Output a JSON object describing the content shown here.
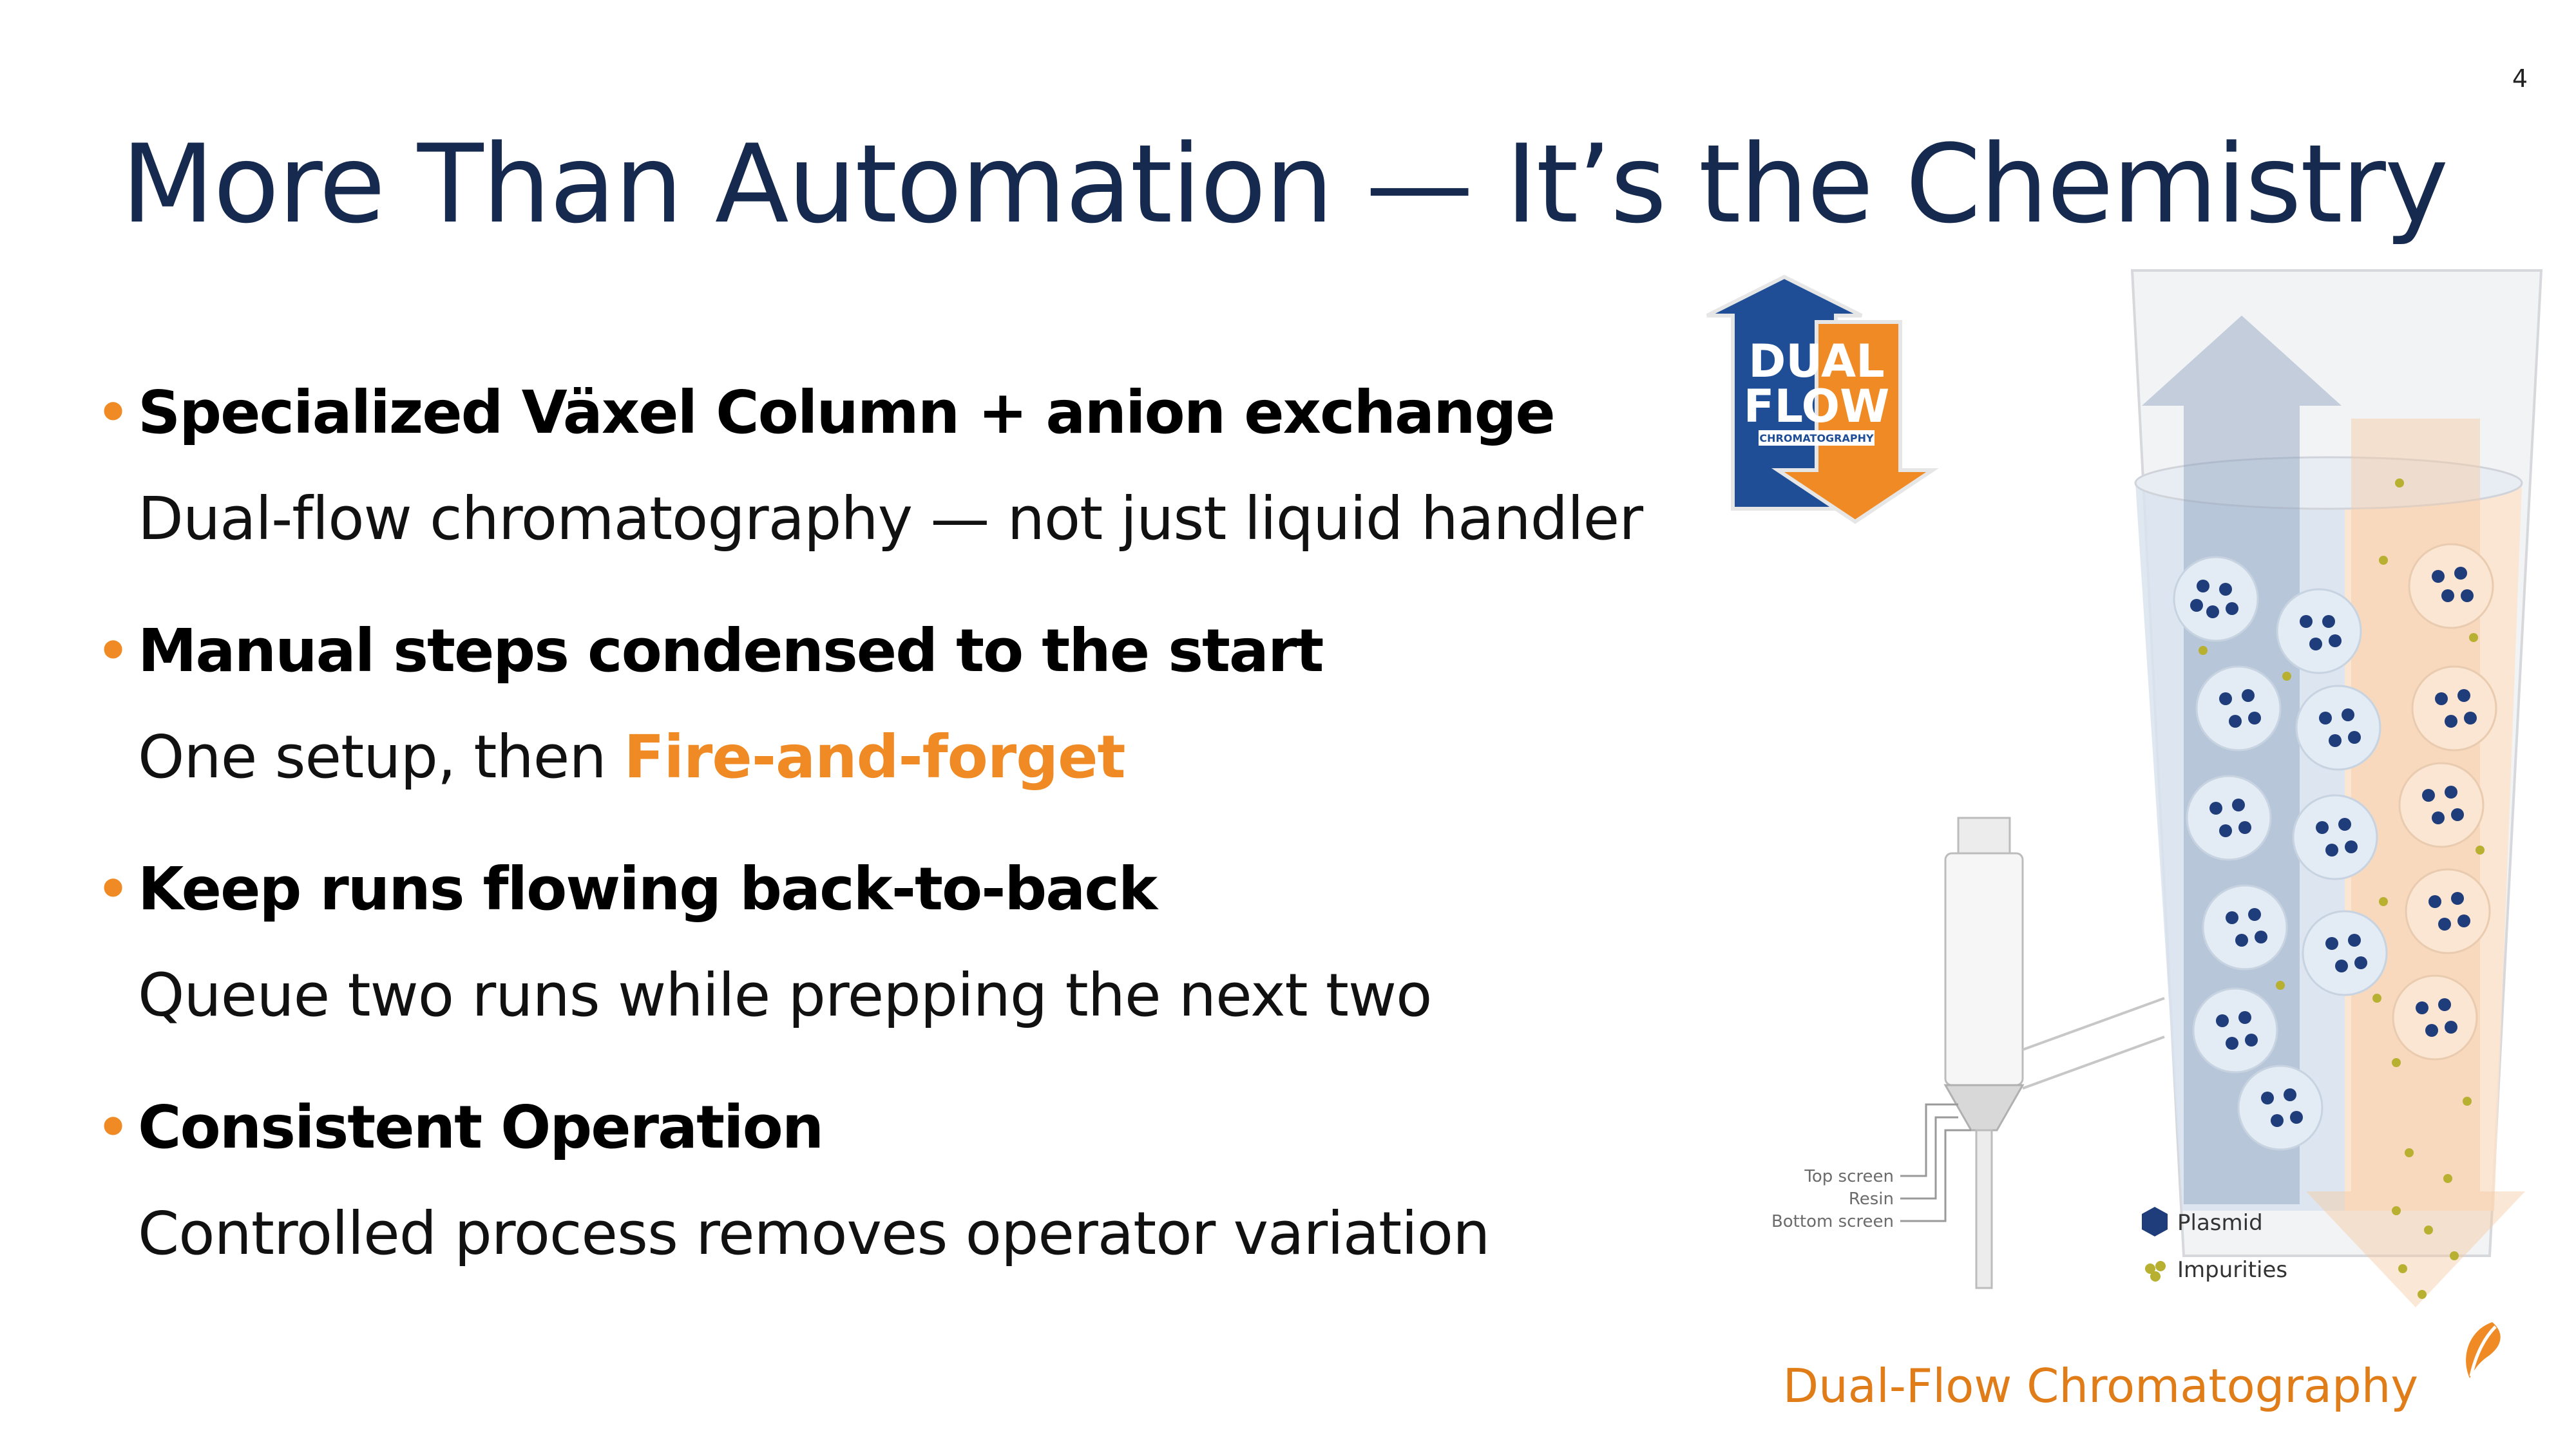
{
  "page_number": "4",
  "title": "More Than Automation — It’s the Chemistry",
  "bullets": [
    {
      "head": "Specialized Växel Column + anion exchange",
      "sub": "Dual-flow chromatography — not just liquid handler"
    },
    {
      "head": "Manual steps condensed to the start",
      "sub_prefix": "One setup, then",
      "sub_highlight": "Fire-and-forget"
    },
    {
      "head": "Keep runs flowing back-to-back",
      "sub": "Queue two runs while prepping the next two"
    },
    {
      "head": "Consistent Operation",
      "sub": "Controlled process removes operator variation"
    }
  ],
  "figure": {
    "logo_line1": "DUAL",
    "logo_line2": "FLOW",
    "logo_line3": "CHROMATOGRAPHY",
    "label_top_screen": "Top screen",
    "label_resin": "Resin",
    "label_bottom_screen": "Bottom screen",
    "legend_plasmid": "Plasmid",
    "legend_impurities": "Impurities"
  },
  "caption": "Dual-Flow Chromatography",
  "colors": {
    "title": "#16294e",
    "accent": "#f08a24",
    "caption": "#e07d18",
    "navy": "#1f3d7a"
  }
}
